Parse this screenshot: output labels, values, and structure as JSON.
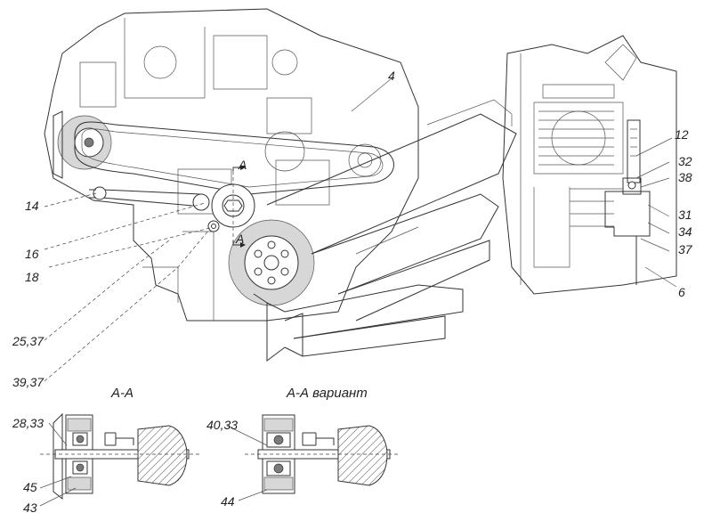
{
  "callouts": {
    "c4": "4",
    "c12": "12",
    "c32": "32",
    "c38": "38",
    "c31": "31",
    "c34": "34",
    "c37": "37",
    "c6": "6",
    "c14": "14",
    "c16": "16",
    "c18": "18",
    "c25_37": "25,37",
    "c39_37": "39,37",
    "cA_top": "A",
    "cA_bottom": "A",
    "c28_33": "28,33",
    "c45": "45",
    "c43": "43",
    "c40_33": "40,33",
    "c44": "44"
  },
  "sections": {
    "section_a": "А-А",
    "section_a_variant": "А-А вариант"
  }
}
